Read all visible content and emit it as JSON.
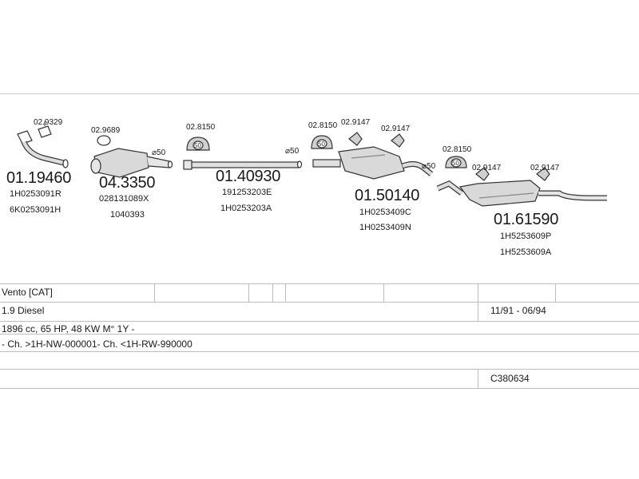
{
  "parts": [
    {
      "number": "01.19460",
      "refs": [
        "1H0253091R",
        "6K0253091H"
      ]
    },
    {
      "number": "04.3350",
      "refs": [
        "028131089X",
        "1040393"
      ]
    },
    {
      "number": "01.40930",
      "refs": [
        "191253203E",
        "1H0253203A"
      ]
    },
    {
      "number": "01.50140",
      "refs": [
        "1H0253409C",
        "1H0253409N"
      ]
    },
    {
      "number": "01.61590",
      "refs": [
        "1H5253609P",
        "1H5253609A"
      ]
    }
  ],
  "accessories": [
    {
      "number": "02.9329"
    },
    {
      "number": "02.9689"
    },
    {
      "number": "02.8150"
    },
    {
      "number": "02.8150"
    },
    {
      "number": "02.9147"
    },
    {
      "number": "02.9147"
    },
    {
      "number": "02.8150"
    },
    {
      "number": "02.9147"
    },
    {
      "number": "02.9147"
    }
  ],
  "diameters": [
    "⌀50",
    "⌀50",
    "⌀50"
  ],
  "clamp_text": "50",
  "vehicle": {
    "model": "Vento  [CAT]",
    "engine": "1.9 Diesel",
    "years": "11/91 - 06/94",
    "spec": "1896 cc, 65 HP, 48 KW M° 1Y -",
    "chassis": "- Ch. >1H-NW-000001- Ch. <1H-RW-990000",
    "catalog_code": "C380634"
  },
  "colors": {
    "line": "#333333",
    "fill": "#d9d9d9",
    "grid": "#bdbdbd"
  }
}
